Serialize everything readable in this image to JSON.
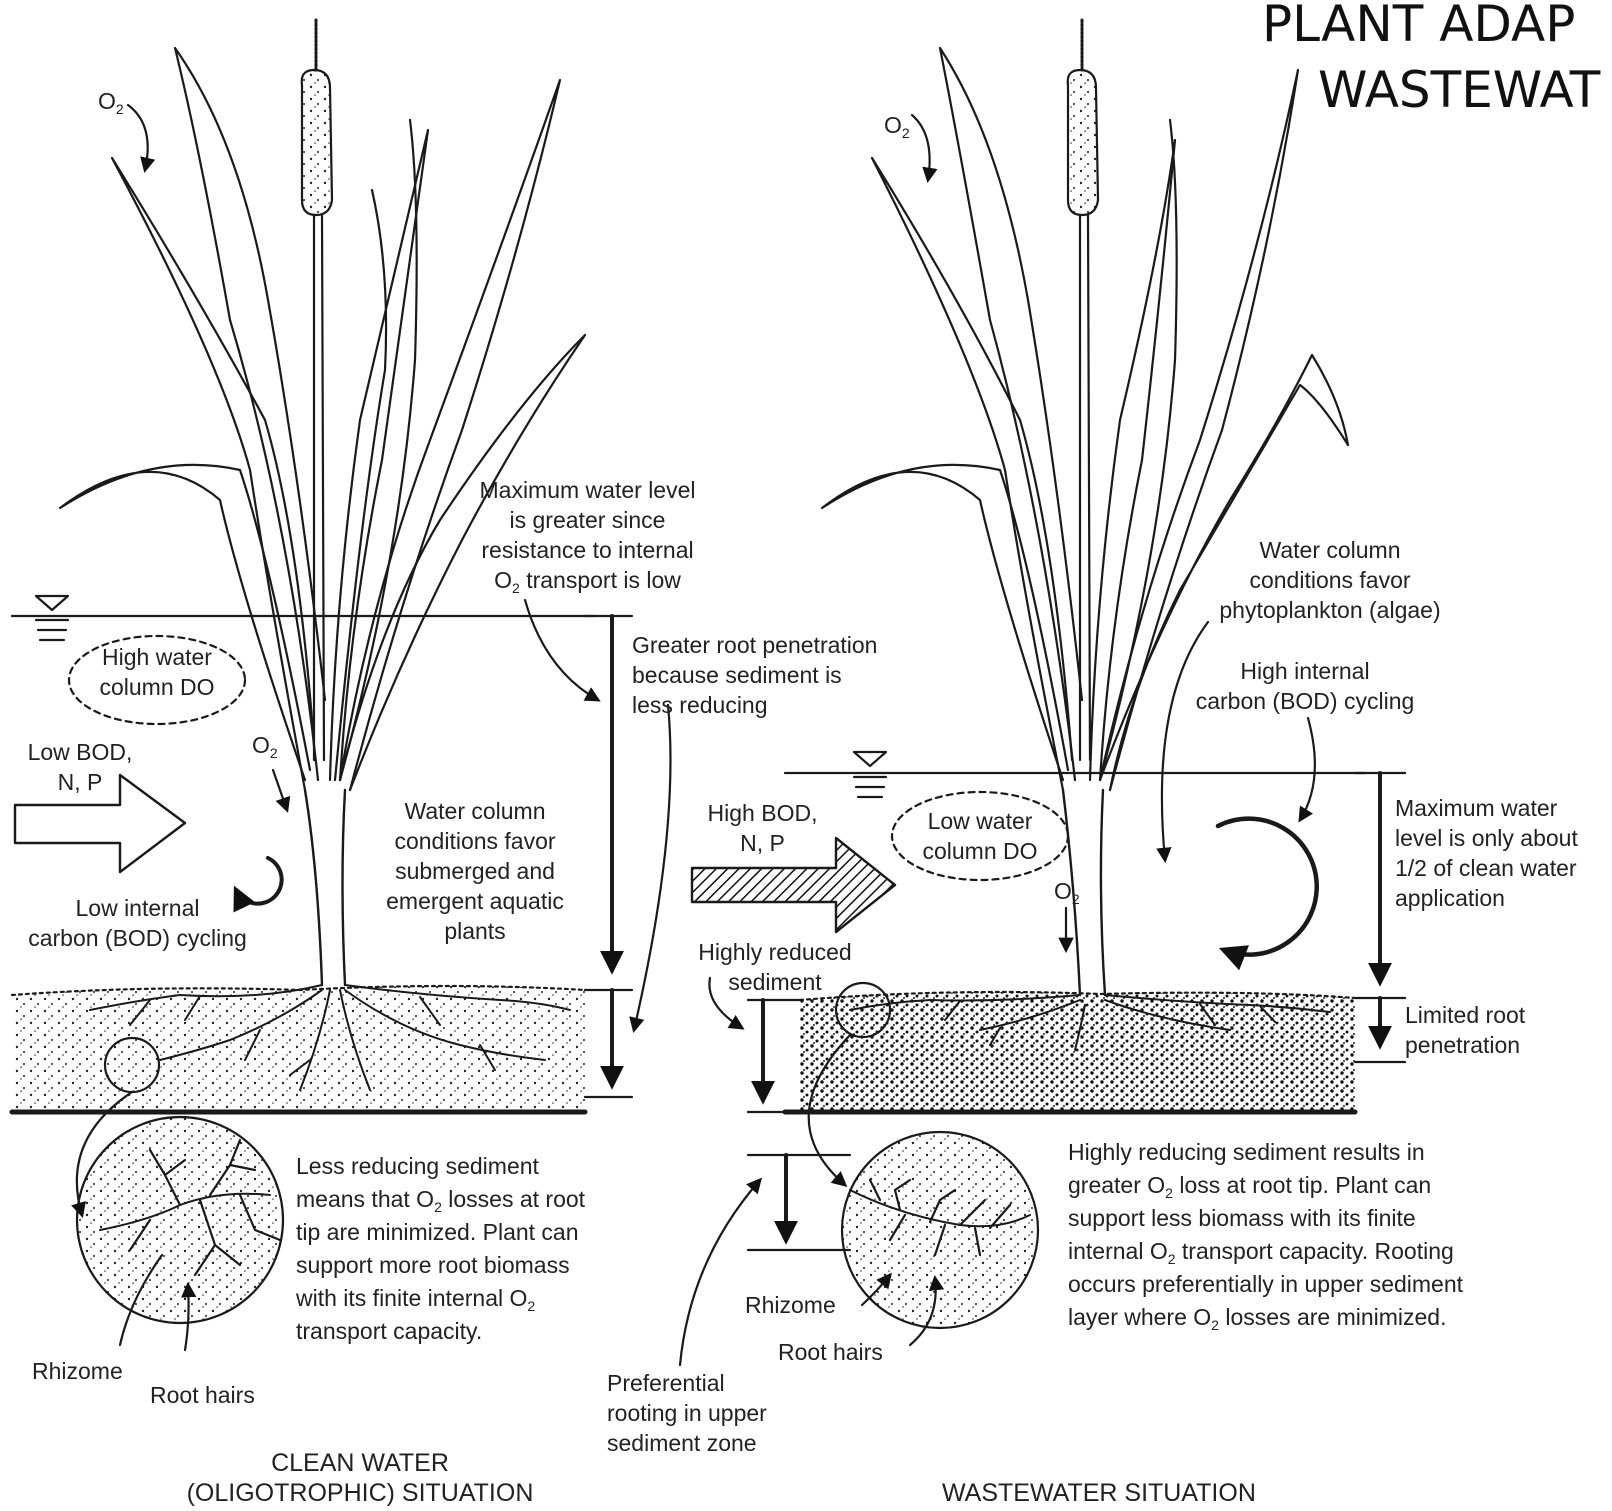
{
  "title": {
    "line1": "PLANT ADAP",
    "line2": "WASTEWAT"
  },
  "left": {
    "o2_top": "O",
    "o2_stem": "O",
    "high_do": [
      "High water",
      "column DO"
    ],
    "inflow": [
      "Low BOD,",
      "N, P"
    ],
    "cycling": [
      "Low internal",
      "carbon (BOD) cycling"
    ],
    "max_level": [
      "Maximum water level",
      "is greater since",
      "resistance to internal",
      "transport is low"
    ],
    "max_level_o2": "O",
    "root_pen": [
      "Greater root penetration",
      "because sediment is",
      "less reducing"
    ],
    "water_col": [
      "Water column",
      "conditions favor",
      "submerged and",
      "emergent aquatic",
      "plants"
    ],
    "less_reducing": [
      "Less reducing sediment",
      "means that O",
      "losses at root",
      "tip are minimized. Plant can",
      "support more root biomass",
      "with its finite internal O",
      "transport capacity."
    ],
    "rhizome": "Rhizome",
    "root_hairs": "Root hairs",
    "caption": [
      "CLEAN WATER",
      "(OLIGOTROPHIC) SITUATION"
    ]
  },
  "right": {
    "o2_top": "O",
    "o2_stem": "O",
    "phyto": [
      "Water column",
      "conditions favor",
      "phytoplankton (algae)"
    ],
    "high_cycling": [
      "High internal",
      "carbon (BOD) cycling"
    ],
    "inflow": [
      "High BOD,",
      "N, P"
    ],
    "low_do": [
      "Low water",
      "column DO"
    ],
    "max_level": [
      "Maximum water",
      "level is only about",
      "1/2 of clean water",
      "application"
    ],
    "reduced_sed": [
      "Highly reduced",
      "sediment"
    ],
    "limited_root": [
      "Limited root",
      "penetration"
    ],
    "highly_reducing": [
      "Highly reducing sediment results in",
      "greater O",
      "loss at root tip. Plant can",
      "support less biomass with its finite",
      "internal O",
      "transport capacity. Rooting",
      "occurs preferentially in upper sediment",
      "layer where O",
      "losses are minimized."
    ],
    "rhizome": "Rhizome",
    "root_hairs": "Root hairs",
    "preferential": [
      "Preferential",
      "rooting in upper",
      "sediment zone"
    ],
    "caption": "WASTEWATER SITUATION"
  },
  "o2_sub": "2",
  "colors": {
    "ink": "#1a1a1a",
    "paper": "#ffffff"
  }
}
